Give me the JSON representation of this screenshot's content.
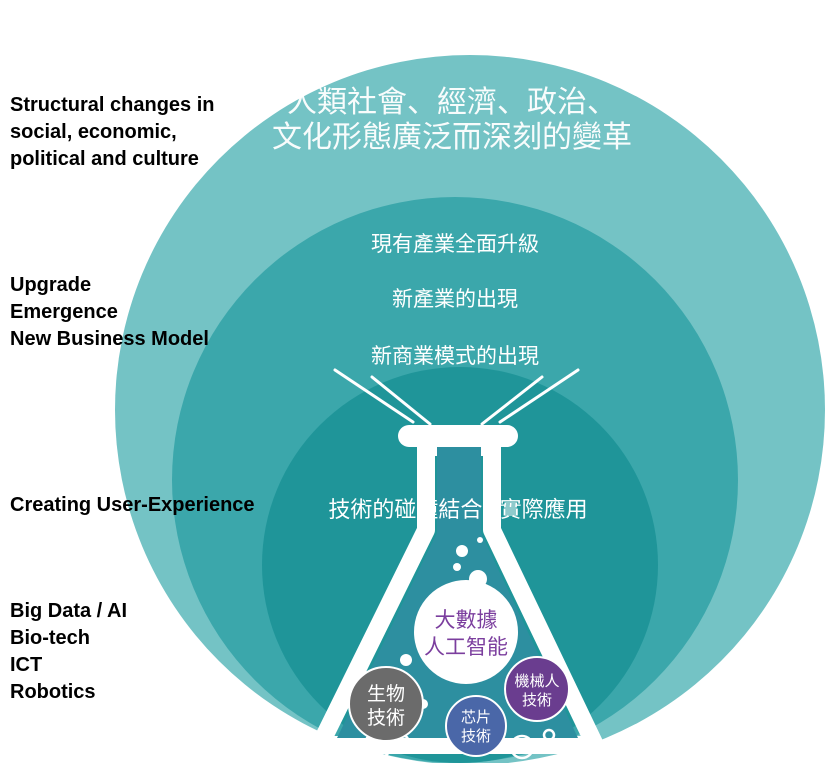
{
  "side_labels": {
    "structural": [
      "Structural changes in",
      "social, economic,",
      "political and culture"
    ],
    "upgrade": [
      "Upgrade",
      "Emergence",
      "New Business Model"
    ],
    "user_experience": [
      "Creating User-Experience"
    ],
    "technologies": [
      "Big Data / AI",
      "Bio-tech",
      "ICT",
      "Robotics"
    ]
  },
  "outer_circle": {
    "line1": "人類社會、經濟、政治、",
    "line2": "文化形態廣泛而深刻的變革"
  },
  "middle_circle": {
    "item1": "現有產業全面升級",
    "item2": "新產業的出現",
    "item3": "新商業模式的出現"
  },
  "inner_circle": {
    "text": "技術的碰撞結合&實際應用"
  },
  "flask_bubbles": {
    "big_data_ai": [
      "大數據",
      "人工智能"
    ],
    "biotech": [
      "生物",
      "技術"
    ],
    "chip": [
      "芯片",
      "技術"
    ],
    "robotics": [
      "機械人",
      "技術"
    ]
  },
  "colors": {
    "outer": "#74c3c5",
    "middle": "#3ba7ab",
    "inner": "#1f9599",
    "flask_liquid": "#2d8fa0",
    "bubble_ai_text": "#7b3e9e",
    "bubble_bio": "#6b6b6b",
    "bubble_chip": "#4a67a8",
    "bubble_robot": "#6a3d8f"
  }
}
